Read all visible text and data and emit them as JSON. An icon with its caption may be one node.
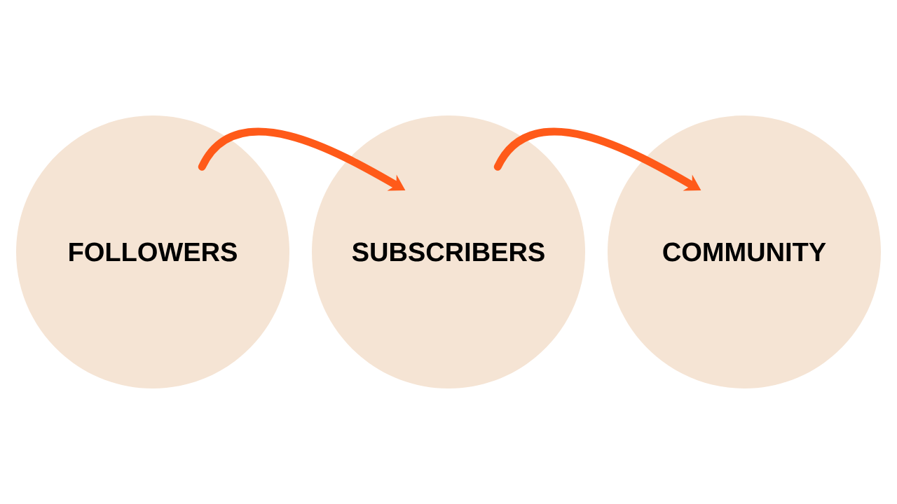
{
  "diagram": {
    "nodes": [
      {
        "text": [
          "FOLLOWERS"
        ]
      },
      {
        "text": [
          "SUBSCRIBERS"
        ]
      },
      {
        "text": [
          "COMMUNITY"
        ]
      }
    ],
    "edges": [
      {
        "from": 0,
        "to": 1,
        "arrow": "to"
      },
      {
        "from": 1,
        "to": 2,
        "arrow": "to"
      }
    ]
  }
}
